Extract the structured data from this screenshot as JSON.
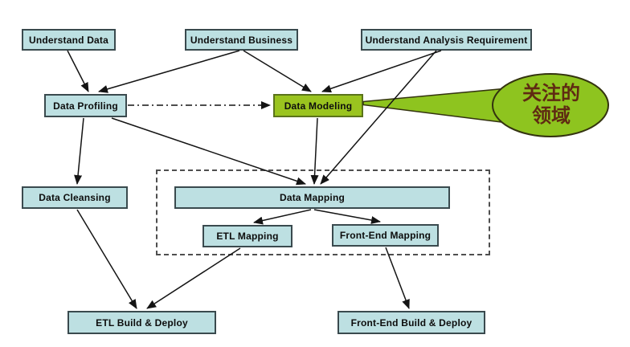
{
  "diagram": {
    "background": "#ffffff",
    "nodes": [
      {
        "id": "understand-data",
        "label": "Understand Data",
        "highlight": false
      },
      {
        "id": "understand-business",
        "label": "Understand Business",
        "highlight": false
      },
      {
        "id": "understand-analysis-requirement",
        "label": "Understand Analysis Requirement",
        "highlight": false
      },
      {
        "id": "data-profiling",
        "label": "Data Profiling",
        "highlight": false
      },
      {
        "id": "data-modeling",
        "label": "Data Modeling",
        "highlight": true
      },
      {
        "id": "data-cleansing",
        "label": "Data Cleansing",
        "highlight": false
      },
      {
        "id": "data-mapping",
        "label": "Data Mapping",
        "highlight": false
      },
      {
        "id": "etl-mapping",
        "label": "ETL Mapping",
        "highlight": false
      },
      {
        "id": "front-end-mapping",
        "label": "Front-End Mapping",
        "highlight": false
      },
      {
        "id": "etl-build-deploy",
        "label": "ETL Build & Deploy",
        "highlight": false
      },
      {
        "id": "front-end-build-deploy",
        "label": "Front-End Build & Deploy",
        "highlight": false
      }
    ],
    "edges": [
      {
        "from": "understand-data",
        "to": "data-profiling",
        "style": "solid"
      },
      {
        "from": "understand-business",
        "to": "data-profiling",
        "style": "solid"
      },
      {
        "from": "understand-business",
        "to": "data-modeling",
        "style": "solid"
      },
      {
        "from": "understand-analysis-requirement",
        "to": "data-modeling",
        "style": "solid"
      },
      {
        "from": "understand-analysis-requirement",
        "to": "data-mapping",
        "style": "solid"
      },
      {
        "from": "data-profiling",
        "to": "data-modeling",
        "style": "dash-dot"
      },
      {
        "from": "data-profiling",
        "to": "data-cleansing",
        "style": "solid"
      },
      {
        "from": "data-profiling",
        "to": "data-mapping",
        "style": "solid"
      },
      {
        "from": "data-modeling",
        "to": "data-mapping",
        "style": "solid"
      },
      {
        "from": "data-mapping",
        "to": "etl-mapping",
        "style": "solid"
      },
      {
        "from": "data-mapping",
        "to": "front-end-mapping",
        "style": "solid"
      },
      {
        "from": "data-cleansing",
        "to": "etl-build-deploy",
        "style": "solid"
      },
      {
        "from": "etl-mapping",
        "to": "etl-build-deploy",
        "style": "solid"
      },
      {
        "from": "front-end-mapping",
        "to": "front-end-build-deploy",
        "style": "solid"
      }
    ],
    "callout": {
      "line1": "关注的",
      "line2": "领域"
    },
    "colors": {
      "box_fill": "#bde0e2",
      "box_border": "#3a4a4e",
      "highlight_fill": "#9ac41f",
      "highlight_border": "#5a731a",
      "callout_fill": "#8ec41f",
      "callout_border": "#33330f",
      "callout_text": "#5f2a12",
      "arrow": "#141414",
      "dashed_region_border": "#4f4f4f"
    }
  }
}
